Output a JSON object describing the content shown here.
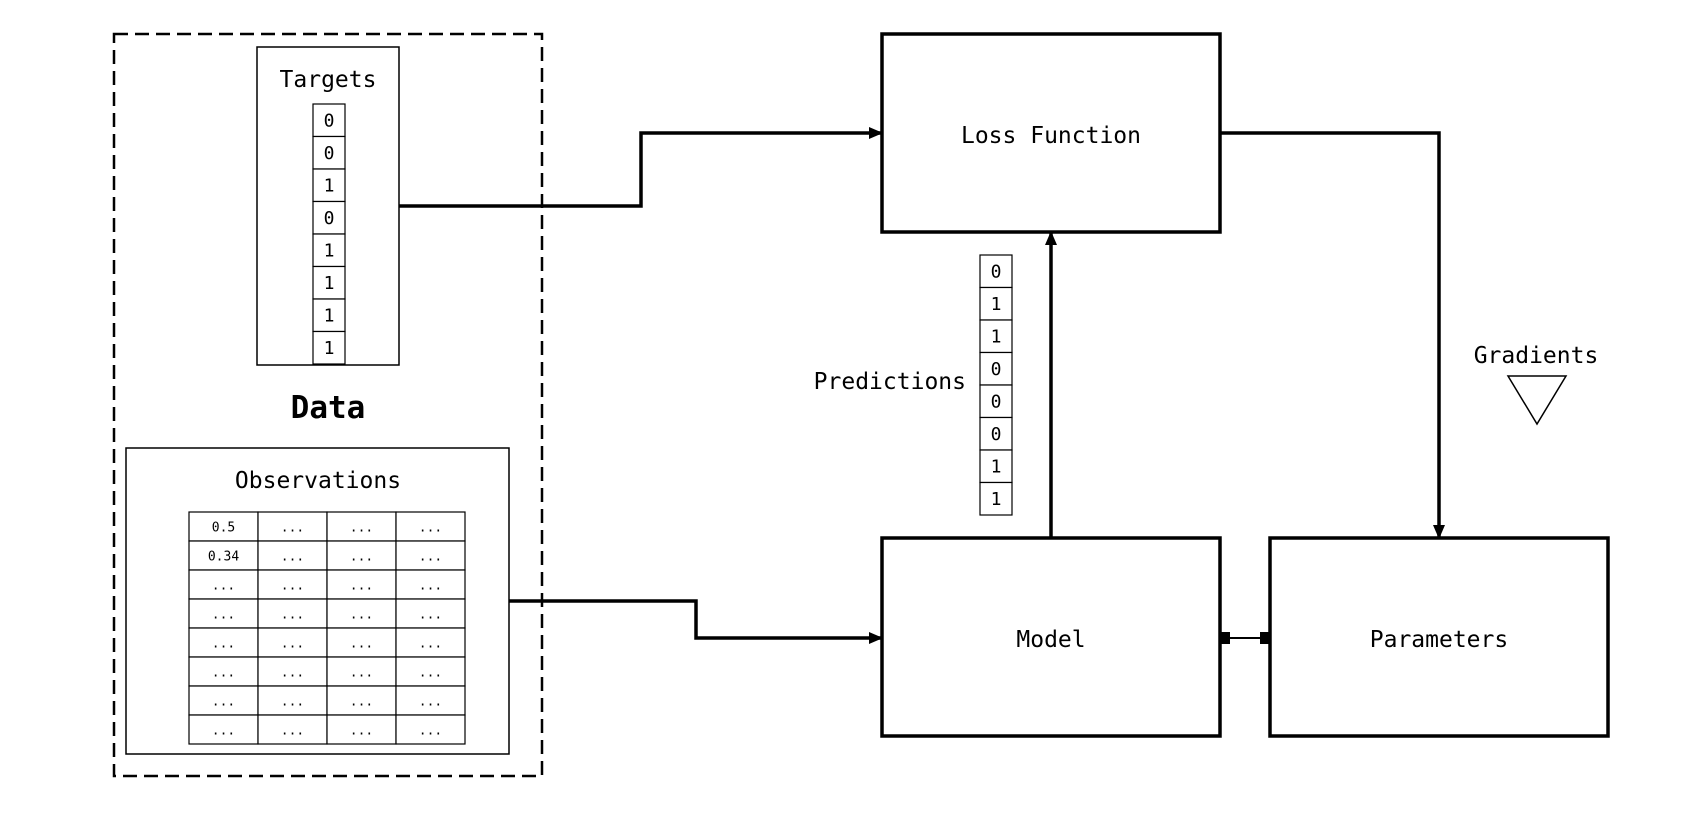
{
  "data_group": {
    "label": "Data"
  },
  "targets": {
    "label": "Targets",
    "values": [
      "0",
      "0",
      "1",
      "0",
      "1",
      "1",
      "1",
      "1"
    ]
  },
  "observations": {
    "label": "Observations",
    "rows": [
      [
        "0.5",
        "...",
        "...",
        "..."
      ],
      [
        "0.34",
        "...",
        "...",
        "..."
      ],
      [
        "...",
        "...",
        "...",
        "..."
      ],
      [
        "...",
        "...",
        "...",
        "..."
      ],
      [
        "...",
        "...",
        "...",
        "..."
      ],
      [
        "...",
        "...",
        "...",
        "..."
      ],
      [
        "...",
        "...",
        "...",
        "..."
      ],
      [
        "...",
        "...",
        "...",
        "..."
      ]
    ]
  },
  "loss_function": {
    "label": "Loss Function"
  },
  "model": {
    "label": "Model"
  },
  "parameters": {
    "label": "Parameters"
  },
  "predictions": {
    "label": "Predictions",
    "values": [
      "0",
      "1",
      "1",
      "0",
      "0",
      "0",
      "1",
      "1"
    ]
  },
  "gradients": {
    "label": "Gradients",
    "symbol": "nabla-icon"
  }
}
